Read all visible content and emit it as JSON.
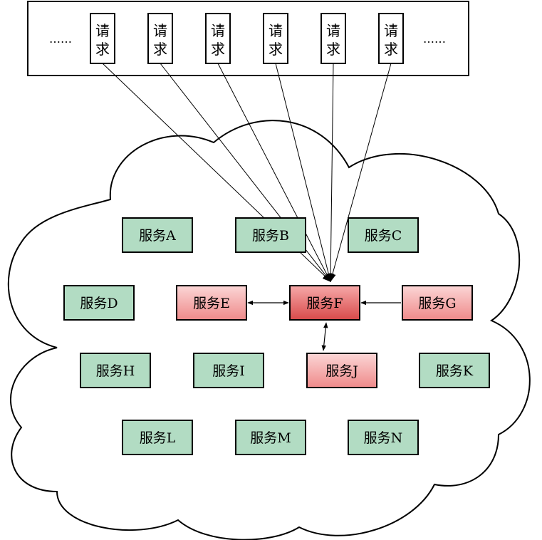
{
  "request_panel": {
    "ellipsis_left": "……",
    "ellipsis_right": "……",
    "requests": [
      {
        "line1": "请",
        "line2": "求"
      },
      {
        "line1": "请",
        "line2": "求"
      },
      {
        "line1": "请",
        "line2": "求"
      },
      {
        "line1": "请",
        "line2": "求"
      },
      {
        "line1": "请",
        "line2": "求"
      },
      {
        "line1": "请",
        "line2": "求"
      }
    ]
  },
  "services": [
    {
      "id": "A",
      "label": "服务A",
      "state": "normal"
    },
    {
      "id": "B",
      "label": "服务B",
      "state": "normal"
    },
    {
      "id": "C",
      "label": "服务C",
      "state": "normal"
    },
    {
      "id": "D",
      "label": "服务D",
      "state": "normal"
    },
    {
      "id": "E",
      "label": "服务E",
      "state": "affected"
    },
    {
      "id": "F",
      "label": "服务F",
      "state": "overloaded"
    },
    {
      "id": "G",
      "label": "服务G",
      "state": "affected"
    },
    {
      "id": "H",
      "label": "服务H",
      "state": "normal"
    },
    {
      "id": "I",
      "label": "服务I",
      "state": "normal"
    },
    {
      "id": "J",
      "label": "服务J",
      "state": "affected"
    },
    {
      "id": "K",
      "label": "服务K",
      "state": "normal"
    },
    {
      "id": "L",
      "label": "服务L",
      "state": "normal"
    },
    {
      "id": "M",
      "label": "服务M",
      "state": "normal"
    },
    {
      "id": "N",
      "label": "服务N",
      "state": "normal"
    }
  ],
  "edges": [
    {
      "from": "F",
      "to": "E",
      "direction": "both"
    },
    {
      "from": "G",
      "to": "F",
      "direction": "forward"
    },
    {
      "from": "F",
      "to": "J",
      "direction": "both"
    }
  ],
  "request_target": "F",
  "colors": {
    "normal_fill": "#b2dcc3",
    "affected_fill_top": "#fbd6d6",
    "affected_fill_bottom": "#ef8a8a",
    "overloaded_fill_top": "#f6a9a9",
    "overloaded_fill_bottom": "#d94a4a",
    "stroke": "#000000"
  }
}
